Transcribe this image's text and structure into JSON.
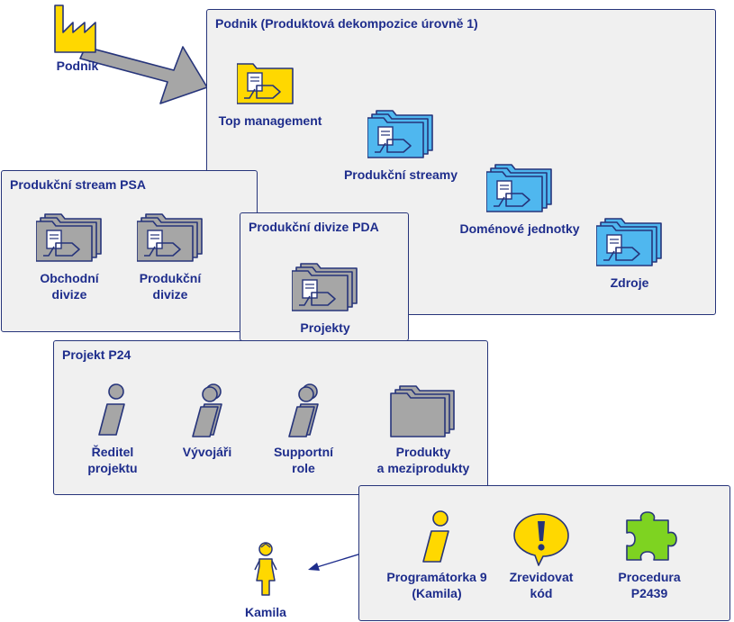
{
  "factory": {
    "label": "Podnik",
    "icon": "factory-icon"
  },
  "panels": {
    "podnik": {
      "title": "Podnik (Produktová dekompozice úrovně 1)",
      "items": {
        "top": "Top management",
        "streams": "Produkční streamy",
        "domains": "Doménové jednotky",
        "resources": "Zdroje"
      }
    },
    "psa": {
      "title": "Produkční stream PSA",
      "items": {
        "obchodni": "Obchodní\ndivize",
        "produkcni": "Produkční\ndivize"
      }
    },
    "pda": {
      "title": "Produkční divize PDA",
      "items": {
        "projekty": "Projekty"
      }
    },
    "p24": {
      "title": "Projekt P24",
      "items": {
        "reditel": "Ředitel\nprojektu",
        "vyvojari": "Vývojáři",
        "supportni": "Supportní\nrole",
        "produkty": "Produkty\na meziprodukty"
      }
    },
    "detail": {
      "items": {
        "programatorka": "Programátorka 9\n(Kamila)",
        "zrevidovat": "Zrevidovat\nkód",
        "procedura": "Procedura\nP2439"
      }
    }
  },
  "person": {
    "label": "Kamila",
    "icon": "person-icon"
  },
  "colors": {
    "border": "#26347a",
    "text": "#1e2d8c",
    "yellow": "#ffd800",
    "blue": "#4fb7ef",
    "gray": "#a6a6a6",
    "green": "#7ed321",
    "panel": "#f0f0f0"
  }
}
